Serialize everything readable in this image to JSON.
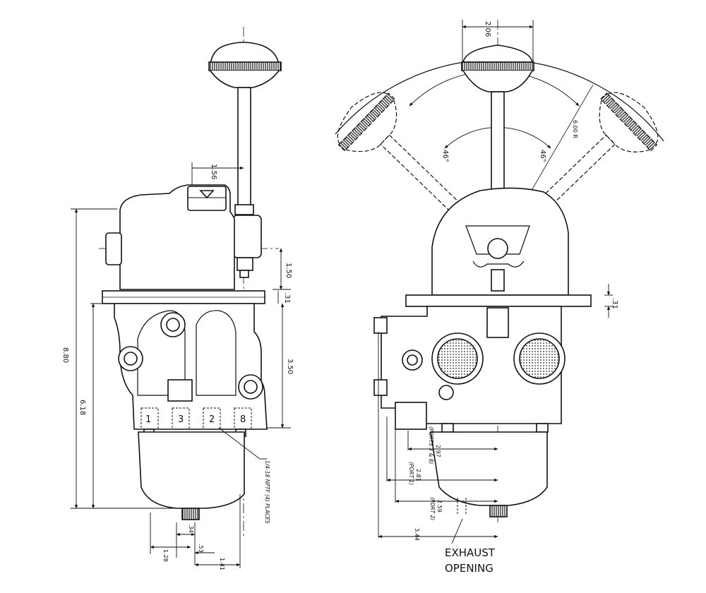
{
  "side_view": {
    "dimensions": {
      "lever_offset": "1.56",
      "total_height": "8.80",
      "lower_height": "6.18",
      "pivot_height": "1.50",
      "flange_thickness": ".31",
      "body_height": "3.50",
      "outlet_offset_a": ".34",
      "outlet_offset_b": ".53",
      "outlet_offset_c": "1.28",
      "outlet_offset_d": "1.41"
    },
    "ports": [
      "1",
      "3",
      "2",
      "8"
    ],
    "port_note": "1/4-18 NPTF (4) PLACES"
  },
  "front_view": {
    "dimensions": {
      "knob_width": "2.06",
      "swing_radius": "6.00 R",
      "angle_left": "46°",
      "angle_right": "46°",
      "flange_thickness": ".31",
      "ports_3_8": "2.97",
      "ports_3_8_note": "(PORTS 3 & 8)",
      "port_1": "2.81",
      "port_1_note": "(PORT 1)",
      "port_2": "2.59",
      "port_2_note": "(PORT 2)",
      "overall_depth": "3.44"
    },
    "callout_line1": "EXHAUST",
    "callout_line2": "OPENING"
  }
}
